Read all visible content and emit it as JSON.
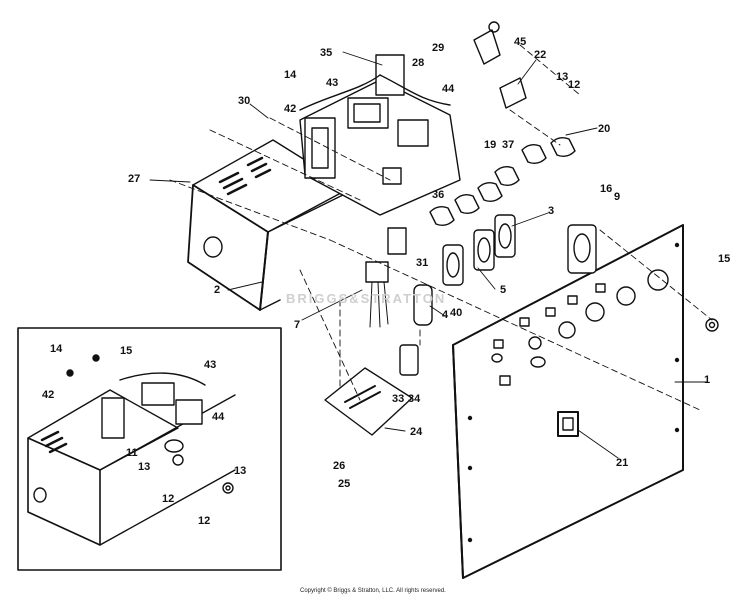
{
  "diagram": {
    "watermark": "BRIGGS&STRATTON",
    "copyright": "Copyright © Briggs & Stratton, LLC. All rights reserved.",
    "callouts": {
      "c1": "1",
      "c2": "2",
      "c3": "3",
      "c4": "4",
      "c5": "5",
      "c7": "7",
      "c9": "9",
      "c12": "12",
      "c13": "13",
      "c14": "14",
      "c15": "15",
      "c16": "16",
      "c19": "19",
      "c20": "20",
      "c21": "21",
      "c22": "22",
      "c24": "24",
      "c25": "25",
      "c26": "26",
      "c27": "27",
      "c28": "28",
      "c29": "29",
      "c30": "30",
      "c31": "31",
      "c33": "33",
      "c34": "34",
      "c35": "35",
      "c36": "36",
      "c37": "37",
      "c40": "40",
      "c42": "42",
      "c43": "43",
      "c44": "44",
      "c45": "45",
      "i11": "11",
      "i12a": "12",
      "i12b": "12",
      "i13a": "13",
      "i13b": "13",
      "i14": "14",
      "i15": "15",
      "i42": "42",
      "i43": "43",
      "i44": "44"
    }
  }
}
